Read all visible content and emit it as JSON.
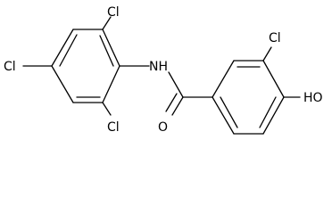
{
  "molecule": {
    "labels": {
      "cl_top": "Cl",
      "cl_left": "Cl",
      "nh": "NH",
      "cl_bottom": "Cl",
      "o_carbonyl": "O",
      "cl_right": "Cl",
      "oh": "HO"
    }
  }
}
